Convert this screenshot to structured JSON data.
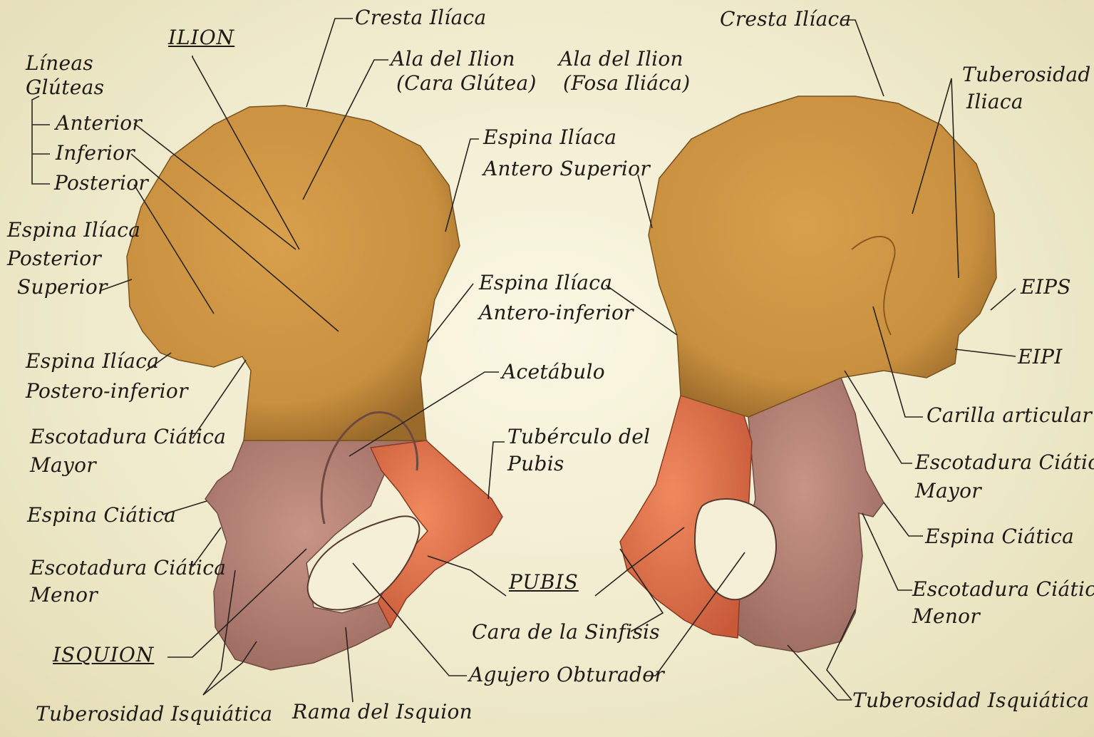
{
  "labels": {
    "ilion": "ILION",
    "pubis": "PUBIS",
    "isquion": "ISQUION",
    "left": {
      "cresta_iliaca": "Cresta Ilíaca",
      "ala_ilion_1": "Ala del Ilion",
      "ala_ilion_2": "(Cara Glútea)",
      "lineas_1": "Líneas",
      "lineas_2": "Glúteas",
      "anterior": "Anterior",
      "inferior": "Inferior",
      "posterior": "Posterior",
      "eips_1": "Espina Ilíaca",
      "eips_2": "Posterior",
      "eips_3": "Superior",
      "eias_1": "Espina Ilíaca",
      "eias_2": "Antero Superior",
      "eiai_1": "Espina Ilíaca",
      "eiai_2": "Antero-inferior",
      "eipi_1": "Espina Ilíaca",
      "eipi_2": "Postero-inferior",
      "acetabulo": "Acetábulo",
      "esc_mayor_1": "Escotadura Ciática",
      "esc_mayor_2": "Mayor",
      "tuberculo_1": "Tubérculo del",
      "tuberculo_2": "Pubis",
      "espina_ciatica": "Espina Ciática",
      "esc_menor_1": "Escotadura Ciática",
      "esc_menor_2": "Menor",
      "cara_sinfisis": "Cara de la Sinfisis",
      "agujero": "Agujero Obturador",
      "tuberosidad_isq": "Tuberosidad Isquiática",
      "rama_isquion": "Rama del Isquion"
    },
    "right": {
      "cresta_iliaca": "Cresta Ilíaca",
      "ala_ilion_1": "Ala del Ilion",
      "ala_ilion_2": "(Fosa Iliáca)",
      "tuberosidad_iliaca_1": "Tuberosidad",
      "tuberosidad_iliaca_2": "Iliaca",
      "eips": "EIPS",
      "eipi": "EIPI",
      "carilla": "Carilla articular",
      "esc_mayor_1": "Escotadura Ciática",
      "esc_mayor_2": "Mayor",
      "espina_ciatica": "Espina Ciática",
      "esc_menor_1": "Escotadura Ciática",
      "esc_menor_2": "Menor",
      "tuberosidad_isq": "Tuberosidad Isquiática"
    }
  },
  "colors": {
    "ilium": "#d39a45",
    "ischium": "#b98276",
    "pubis": "#e4774f",
    "leader": "#2a2420"
  }
}
